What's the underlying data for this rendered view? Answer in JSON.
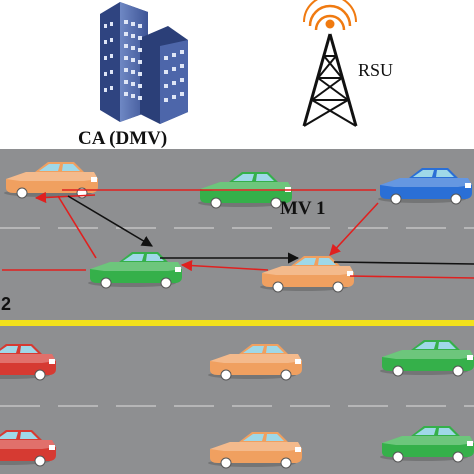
{
  "labels": {
    "ca": "CA (DMV)",
    "rsu": "RSU",
    "mv": "MV 1",
    "lane": "2"
  },
  "icons": {
    "ca": "office-building-icon",
    "rsu": "radio-tower-icon"
  },
  "colors": {
    "road": "#8e8f91",
    "lane_divider": "#f2e11c",
    "red_link": "#e0201f",
    "black_link": "#111111",
    "car_orange": "#f0a060",
    "car_green": "#35b04a",
    "car_blue": "#2a6fd6",
    "car_red": "#d63a32"
  }
}
